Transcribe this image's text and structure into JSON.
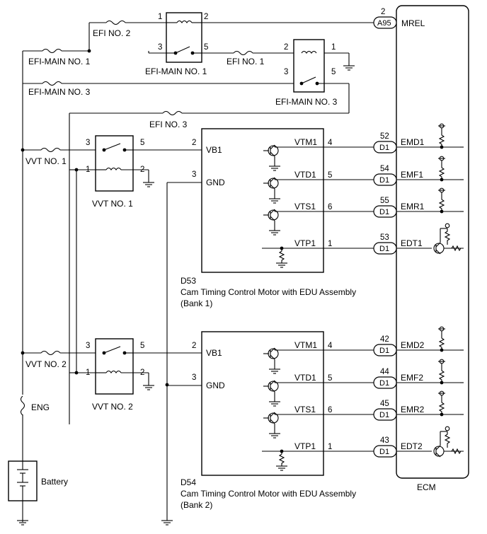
{
  "top": {
    "efi_no2": "EFI NO. 2",
    "efi_main1_fuse": "EFI-MAIN NO. 1",
    "efi_main1_relay": "EFI-MAIN NO. 1",
    "efi_no1": "EFI NO. 1",
    "efi_main3_fuse": "EFI-MAIN NO. 3",
    "efi_main3_relay": "EFI-MAIN NO. 3",
    "efi_no3": "EFI NO. 3",
    "relay1_pins": [
      "1",
      "2",
      "3",
      "5"
    ],
    "relay3_pins": [
      "2",
      "1",
      "3",
      "5"
    ]
  },
  "vvt": [
    {
      "fuse": "VVT NO. 1",
      "relay": "VVT NO. 1",
      "pins": [
        "3",
        "5",
        "1",
        "2"
      ]
    },
    {
      "fuse": "VVT NO. 2",
      "relay": "VVT NO. 2",
      "pins": [
        "3",
        "5",
        "1",
        "2"
      ]
    }
  ],
  "eng_fuse": "ENG",
  "battery": "Battery",
  "ecm": {
    "label": "ECM",
    "mrel_connector": "A95",
    "mrel_pin": "2",
    "mrel_label": "MREL"
  },
  "motors": [
    {
      "id": "D53",
      "name": "Cam Timing Control Motor with EDU Assembly",
      "bank": "(Bank 1)",
      "vb_pin": "2",
      "vb_label": "VB1",
      "gnd_pin": "3",
      "gnd_label": "GND",
      "signals": [
        {
          "label": "VTM1",
          "motor_pin": "4",
          "conn": "D1",
          "ecm_pin": "52",
          "ecm_label": "EMD1"
        },
        {
          "label": "VTD1",
          "motor_pin": "5",
          "conn": "D1",
          "ecm_pin": "54",
          "ecm_label": "EMF1"
        },
        {
          "label": "VTS1",
          "motor_pin": "6",
          "conn": "D1",
          "ecm_pin": "55",
          "ecm_label": "EMR1"
        },
        {
          "label": "VTP1",
          "motor_pin": "1",
          "conn": "D1",
          "ecm_pin": "53",
          "ecm_label": "EDT1"
        }
      ]
    },
    {
      "id": "D54",
      "name": "Cam Timing Control Motor with EDU Assembly",
      "bank": "(Bank 2)",
      "vb_pin": "2",
      "vb_label": "VB1",
      "gnd_pin": "3",
      "gnd_label": "GND",
      "signals": [
        {
          "label": "VTM1",
          "motor_pin": "4",
          "conn": "D1",
          "ecm_pin": "42",
          "ecm_label": "EMD2"
        },
        {
          "label": "VTD1",
          "motor_pin": "5",
          "conn": "D1",
          "ecm_pin": "44",
          "ecm_label": "EMF2"
        },
        {
          "label": "VTS1",
          "motor_pin": "6",
          "conn": "D1",
          "ecm_pin": "45",
          "ecm_label": "EMR2"
        },
        {
          "label": "VTP1",
          "motor_pin": "1",
          "conn": "D1",
          "ecm_pin": "43",
          "ecm_label": "EDT2"
        }
      ]
    }
  ]
}
